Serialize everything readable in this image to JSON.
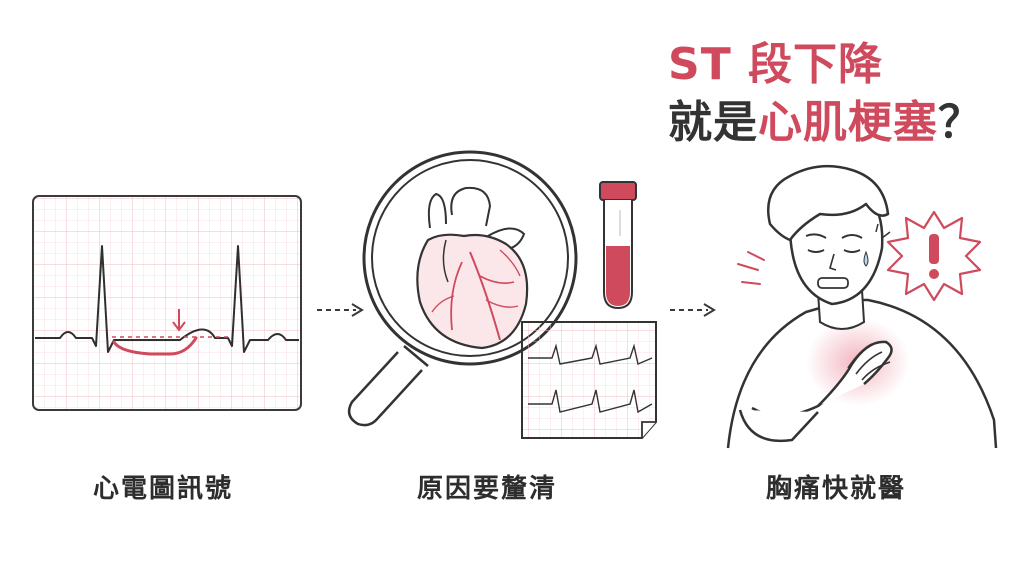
{
  "title": {
    "line1": "ST 段下降",
    "line2_prefix": "就是",
    "line2_accent": "心肌梗塞",
    "line2_suffix": "？"
  },
  "steps": [
    {
      "caption": "心電圖訊號"
    },
    {
      "caption": "原因要釐清"
    },
    {
      "caption": "胸痛快就醫"
    }
  ],
  "icons": [
    "ecg-grid-icon",
    "down-arrow-icon",
    "magnifier-heart-icon",
    "blood-tube-icon",
    "ecg-paper-icon",
    "chest-pain-person-icon",
    "alert-burst-icon",
    "dashed-arrow-icon"
  ],
  "colors": {
    "accent": "#cf4a5d",
    "ink": "#333333",
    "grid": "#f3c9cf"
  }
}
